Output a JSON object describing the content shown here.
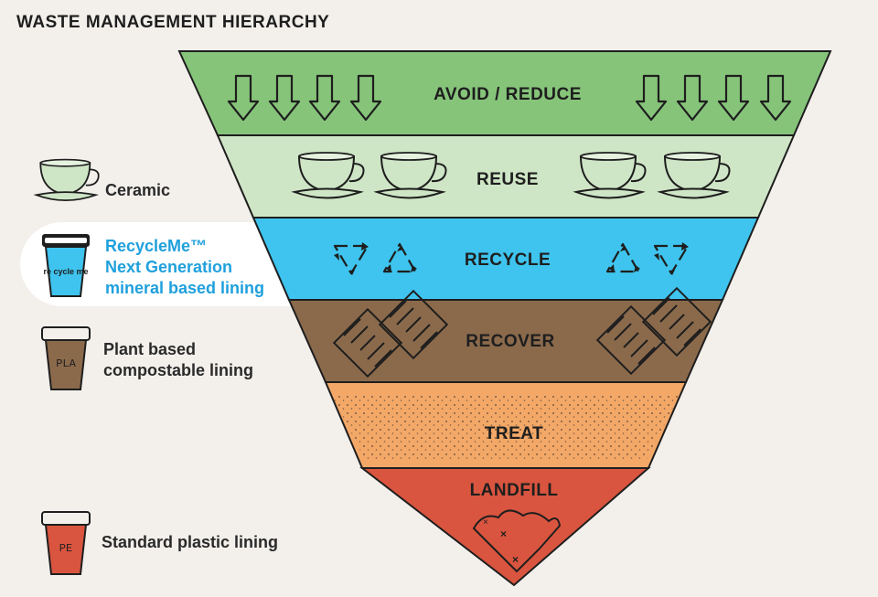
{
  "title": "WASTE MANAGEMENT HIERARCHY",
  "layers": [
    {
      "label": "AVOID / REDUCE",
      "color": "#86c47a"
    },
    {
      "label": "REUSE",
      "color": "#cfe6c6"
    },
    {
      "label": "RECYCLE",
      "color": "#3ec4ee"
    },
    {
      "label": "RECOVER",
      "color": "#8b6a4c"
    },
    {
      "label": "TREAT",
      "color": "#f3a868"
    },
    {
      "label": "LANDFILL",
      "color": "#d9553f"
    }
  ],
  "legend": [
    {
      "label": "Ceramic"
    },
    {
      "label_lines": [
        "RecycleMe™",
        "Next Generation",
        "mineral based lining"
      ],
      "cup_text": "re cycle me",
      "highlight_color": "#1fa0dc"
    },
    {
      "label_lines": [
        "Plant based",
        "compostable lining"
      ],
      "cup_text": "PLA"
    },
    {
      "label": "Standard plastic lining",
      "cup_text": "PE"
    }
  ]
}
